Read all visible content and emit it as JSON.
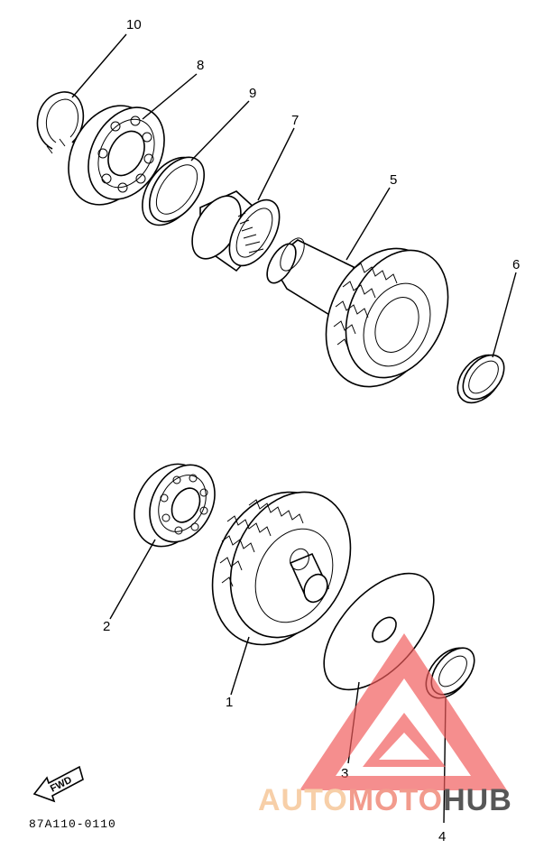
{
  "diagram": {
    "drawing_code": "87A110-0110",
    "fwd_label": "FWD",
    "callouts": [
      {
        "id": "c10",
        "label": "10"
      },
      {
        "id": "c8",
        "label": "8"
      },
      {
        "id": "c9",
        "label": "9"
      },
      {
        "id": "c7",
        "label": "7"
      },
      {
        "id": "c5",
        "label": "5"
      },
      {
        "id": "c6",
        "label": "6"
      },
      {
        "id": "c2",
        "label": "2"
      },
      {
        "id": "c1",
        "label": "1"
      },
      {
        "id": "c3",
        "label": "3"
      },
      {
        "id": "c4",
        "label": "4"
      }
    ]
  },
  "watermark": {
    "part1": "AUTO",
    "part2": "MOTO",
    "part3": "HUB",
    "colors": {
      "light": "#f6c79a",
      "mid": "#f08a7a",
      "dark": "#3a3a3a",
      "triangle": "#f05a5a"
    }
  }
}
